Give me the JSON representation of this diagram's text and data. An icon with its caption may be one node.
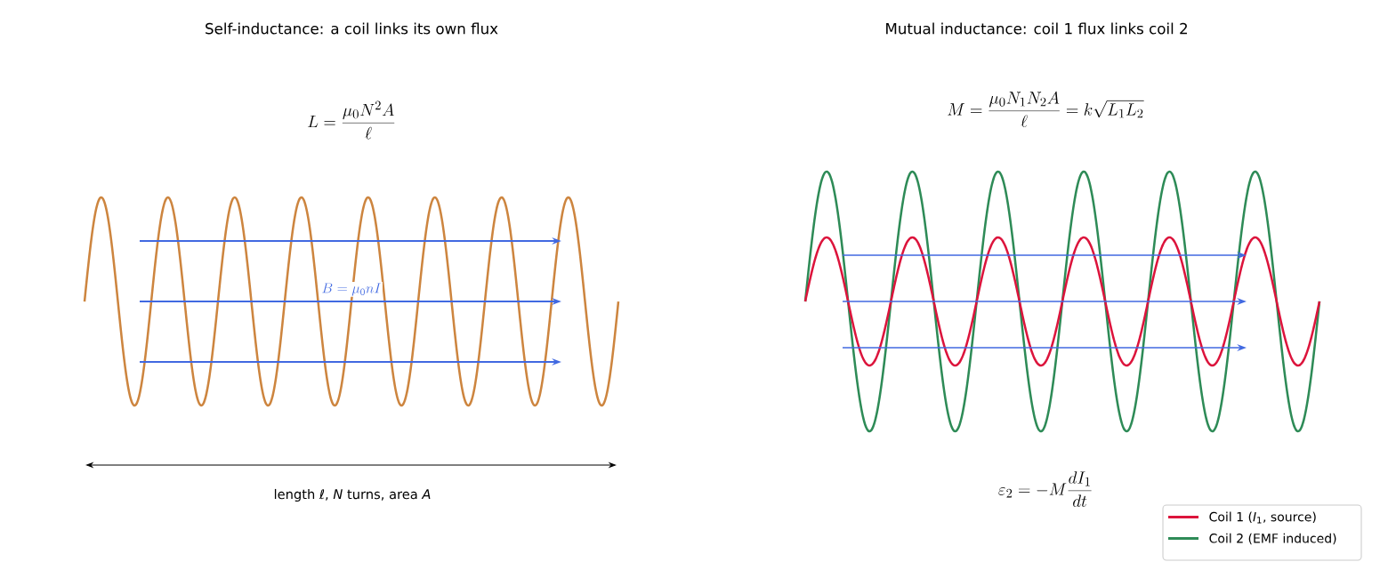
{
  "diagram": {
    "labels": [
      "Self-inductance: a coil links its own flux",
      "Mutual inductance: coil 1 flux links coil 2",
      "L = \\frac{\\mu_0 N^2 A}{\\ell}",
      "M = \\frac{\\mu_0 N_1 N_2 A}{\\ell} = k\\sqrt{L_1 L_2}",
      "B = \\mu_0 n I",
      "length *ℓ*, *N* turns, area *A*",
      "\\varepsilon_2 = -M\\frac{dI_1}{dt}"
    ],
    "legend": [
      {
        "text": "Coil 1 (*I*$_{1}$, source)",
        "color": "#dc143c"
      },
      {
        "text": "Coil 2 (EMF induced)",
        "color": "#2e8b57"
      }
    ]
  }
}
